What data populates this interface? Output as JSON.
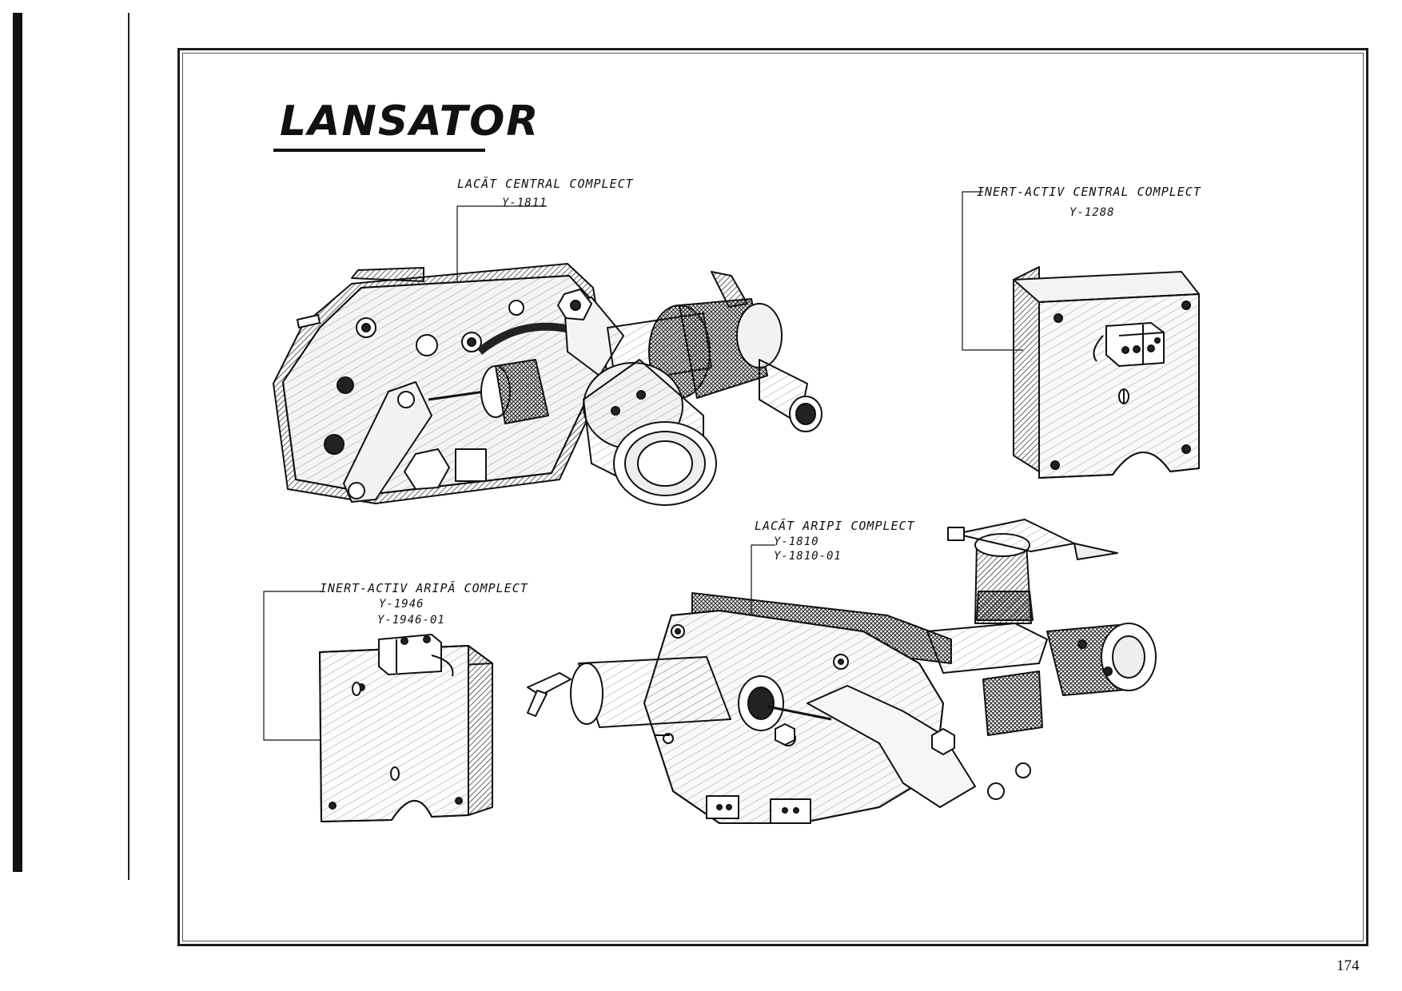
{
  "page": {
    "title": "LANSATOR",
    "page_number": "174"
  },
  "parts": {
    "central_lock": {
      "label": "LACĂT CENTRAL COMPLECT",
      "code": "Y-1811"
    },
    "inert_active_central": {
      "label": "INERT-ACTIV CENTRAL COMPLECT",
      "code": "Y-1288"
    },
    "wing_lock": {
      "label": "LACĂT ARIPI COMPLECT",
      "codes": [
        "Y-1810",
        "Y-1810-01"
      ]
    },
    "inert_active_wing": {
      "label": "INERT-ACTIV ARIPĂ COMPLECT",
      "codes": [
        "Y-1946",
        "Y-1946-01"
      ]
    }
  }
}
